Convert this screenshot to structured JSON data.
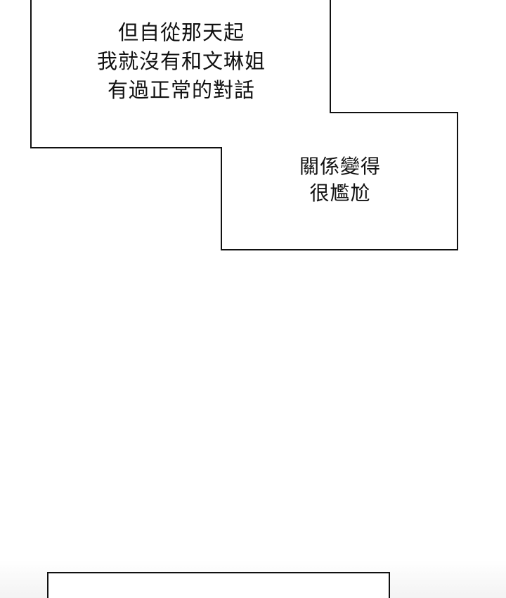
{
  "captions": [
    {
      "lines": [
        "但自從那天起",
        "我就沒有和文琳姐",
        "有過正常的對話"
      ]
    },
    {
      "lines": [
        "關係變得",
        "很尷尬"
      ]
    }
  ],
  "colors": {
    "background": "#ffffff",
    "border": "#111111",
    "text": "#111111",
    "bottom_fade": "#f3f3f3"
  }
}
